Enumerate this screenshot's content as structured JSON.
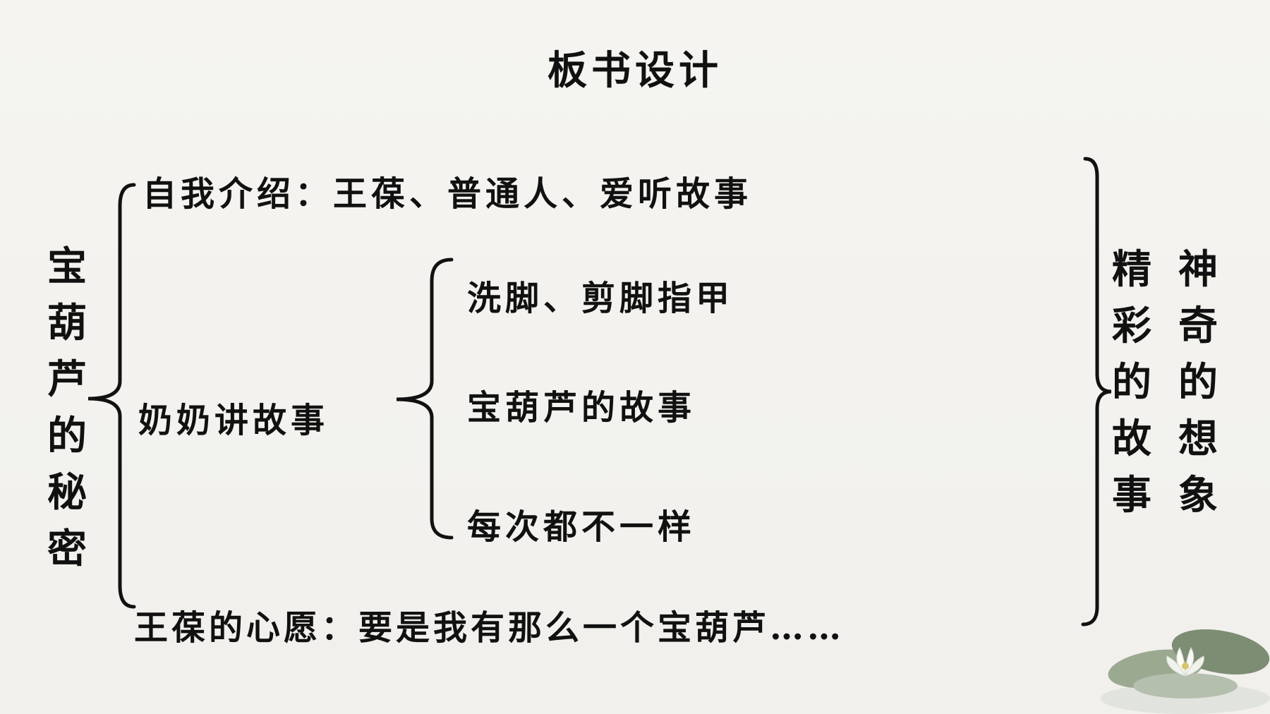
{
  "slide": {
    "title": "板书设计",
    "left_topic": "宝葫芦的秘密",
    "branches": {
      "intro": "自我介绍：王葆、普通人、爱听故事",
      "grandma": "奶奶讲故事",
      "grandma_stories": [
        "洗脚、剪脚指甲",
        "宝葫芦的故事",
        "每次都不一样"
      ],
      "wish": "王葆的心愿：要是我有那么一个宝葫芦……"
    },
    "right_columns": [
      "精彩的故事",
      "神奇的想象"
    ]
  }
}
